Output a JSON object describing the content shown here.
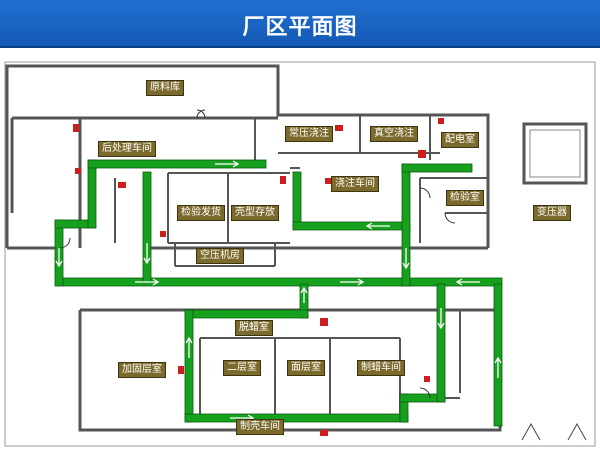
{
  "header": {
    "title": "厂区平面图"
  },
  "colors": {
    "header_bg": "#1f6fd0",
    "path_green": "#16a01e",
    "label_bg": "#7a6a2c",
    "wall": "#555555",
    "equipment_red": "#cc1e1e"
  },
  "rooms": {
    "raw_material_store": "原料库",
    "post_processing_workshop": "后处理车间",
    "normal_pressure_casting": "常压浇注",
    "vacuum_casting": "真空浇注",
    "distribution_room": "配电室",
    "inspection_shipping": "检验发货",
    "finished_storage": "壳型存放",
    "casting_workshop": "浇注车间",
    "inspection_room": "检验室",
    "transformer": "变压器",
    "air_compressor_room": "空压机房",
    "dewaxing_room": "脱蜡室",
    "reinforcement_room": "加固层室",
    "second_layer_room": "二层室",
    "surface_layer_room": "面层室",
    "wax_making_workshop": "制蜡车间",
    "shell_making_room": "制壳车间"
  },
  "legend_icons": [
    "route-arrow-icon",
    "door-icon",
    "equipment-marker-icon"
  ]
}
